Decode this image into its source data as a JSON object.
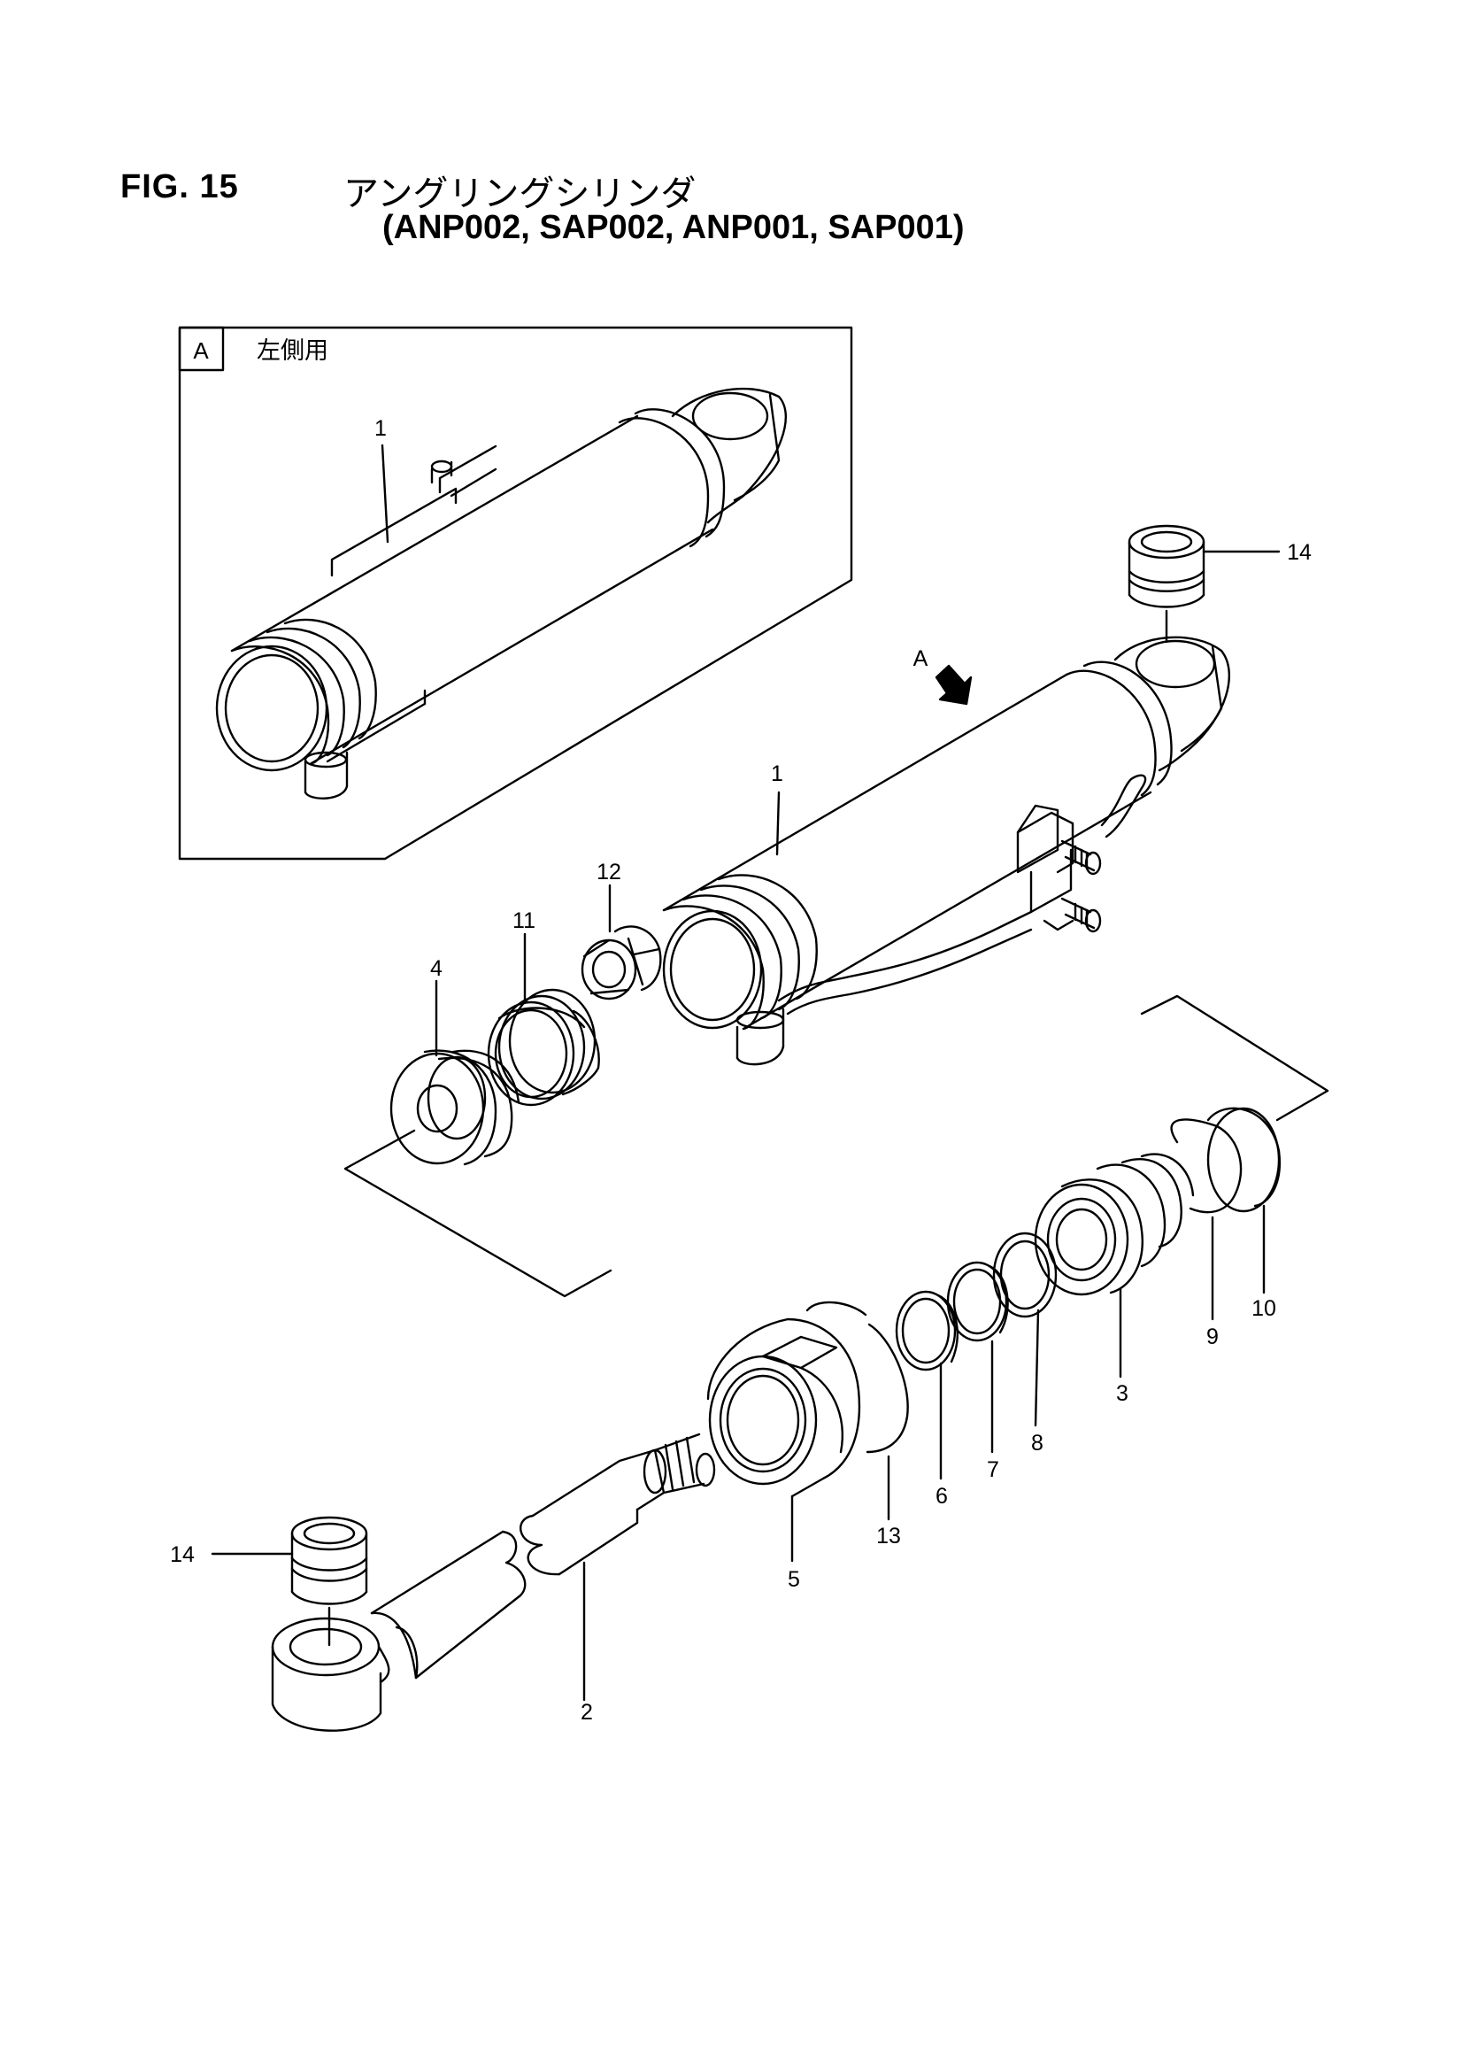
{
  "header": {
    "figure_number": "FIG. 15",
    "title": "アングリングシリンダ",
    "subtitle": "(ANP002, SAP002, ANP001, SAP001)"
  },
  "inset": {
    "tag": "A",
    "caption": "左側用",
    "callout": "1"
  },
  "view_arrow_label": "A",
  "callouts": {
    "p1": "1",
    "p2": "2",
    "p3": "3",
    "p4": "4",
    "p5": "5",
    "p6": "6",
    "p7": "7",
    "p8": "8",
    "p9": "9",
    "p10": "10",
    "p11": "11",
    "p12": "12",
    "p13": "13",
    "p14_top": "14",
    "p14_bottom": "14"
  },
  "colors": {
    "line": "#000000",
    "paper": "#ffffff"
  }
}
